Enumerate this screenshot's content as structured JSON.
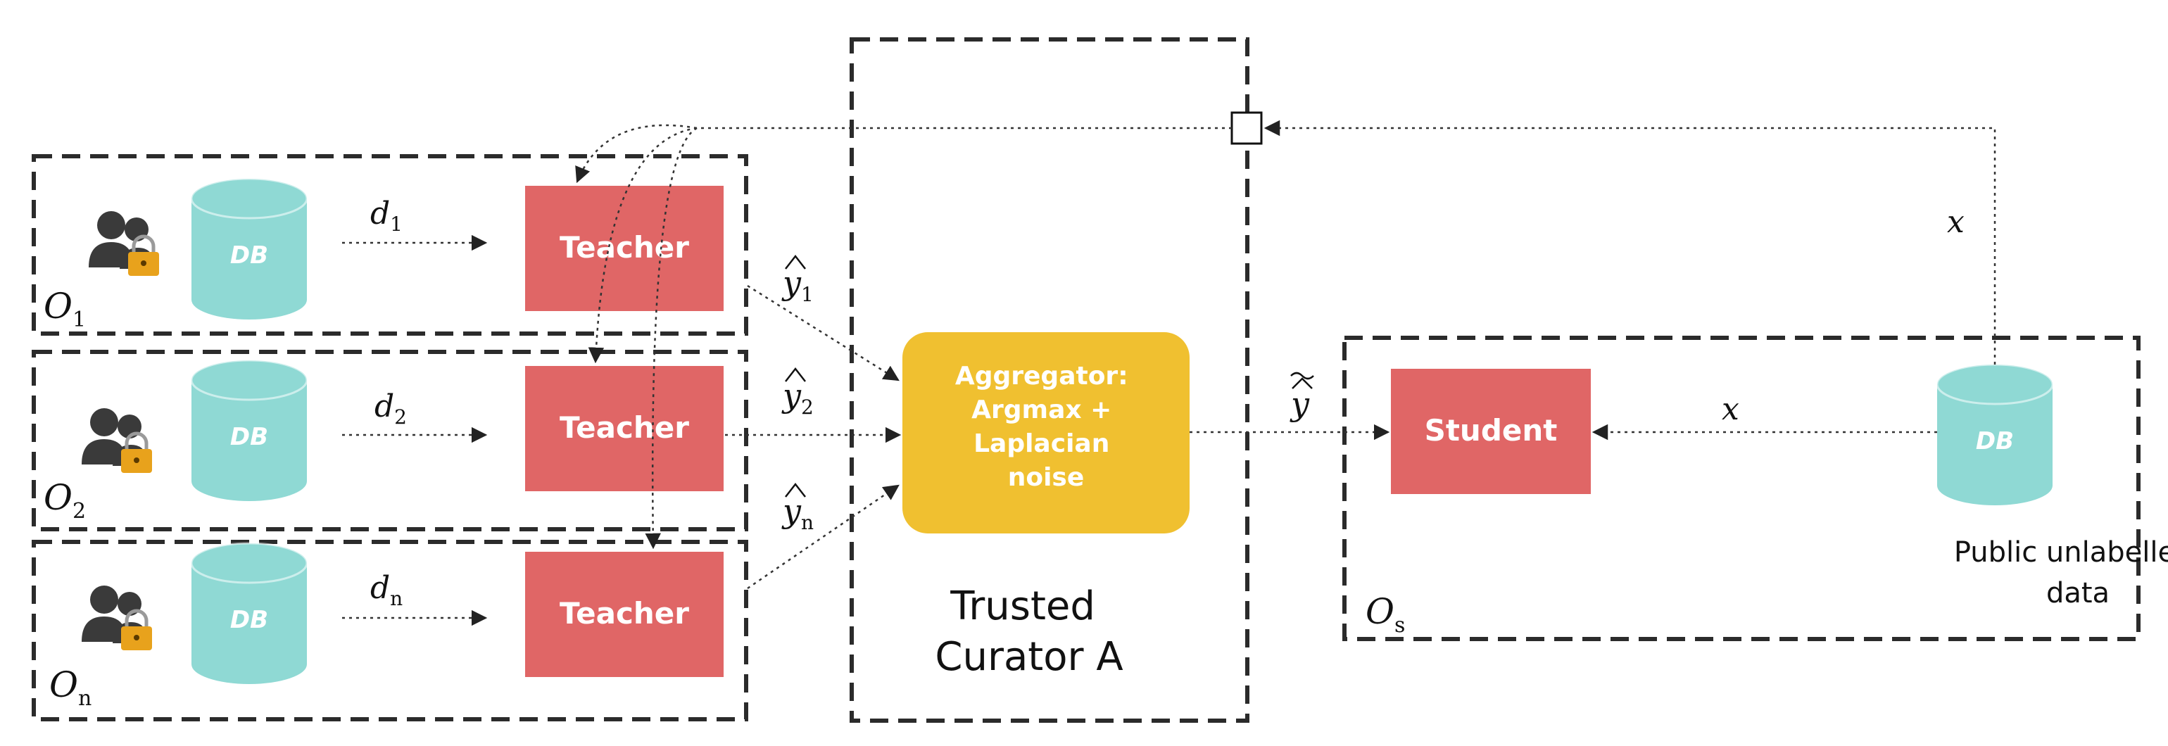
{
  "owners": [
    {
      "owner_label": "O",
      "owner_sub": "1",
      "db_label": "DB",
      "data_label": "d",
      "data_sub": "1",
      "teacher_label": "Teacher",
      "pred_label": "y",
      "pred_sub": "1"
    },
    {
      "owner_label": "O",
      "owner_sub": "2",
      "db_label": "DB",
      "data_label": "d",
      "data_sub": "2",
      "teacher_label": "Teacher",
      "pred_label": "y",
      "pred_sub": "2"
    },
    {
      "owner_label": "O",
      "owner_sub": "n",
      "db_label": "DB",
      "data_label": "d",
      "data_sub": "n",
      "teacher_label": "Teacher",
      "pred_label": "y",
      "pred_sub": "n"
    }
  ],
  "curator": {
    "aggregator_lines": [
      "Aggregator:",
      "Argmax +",
      "Laplacian",
      "noise"
    ],
    "title_lines": [
      "Trusted",
      "Curator A"
    ]
  },
  "student_side": {
    "owner_label": "O",
    "owner_sub": "s",
    "student_label": "Student",
    "db_label": "DB",
    "public_data_lines": [
      "Public unlabelled",
      "data"
    ],
    "query_label": "x",
    "feedback_label": "x",
    "noisy_label": "y"
  },
  "colors": {
    "teacher": "#e06666",
    "student": "#e06666",
    "aggregator": "#f0c030",
    "database": "#8fd9d4"
  }
}
